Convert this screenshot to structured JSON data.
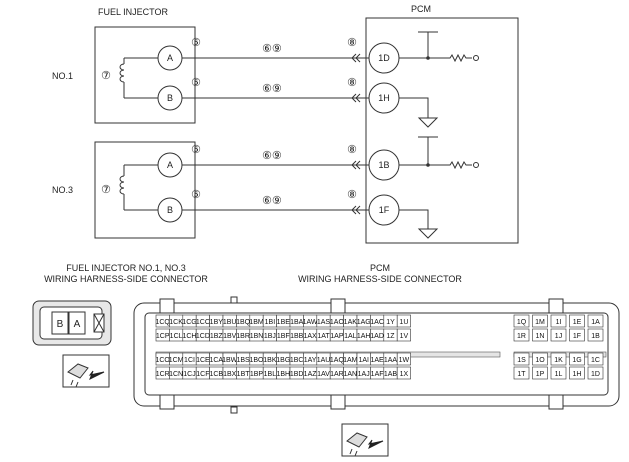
{
  "titles": {
    "fuel_injector": "FUEL INJECTOR",
    "pcm": "PCM",
    "injector_connector_line1": "FUEL INJECTOR NO.1, NO.3",
    "injector_connector_line2": "WIRING HARNESS-SIDE CONNECTOR",
    "pcm_connector_line1": "PCM",
    "pcm_connector_line2": "WIRING HARNESS-SIDE CONNECTOR"
  },
  "injectors": [
    {
      "label": "NO.1",
      "coil_marker": "⑦",
      "terminal_a": "A",
      "terminal_b": "B",
      "marker_a": "⑤",
      "marker_b": "⑤",
      "pcm_pin_a": "1D",
      "pcm_pin_b": "1H"
    },
    {
      "label": "NO.3",
      "coil_marker": "⑦",
      "terminal_a": "A",
      "terminal_b": "B",
      "marker_a": "⑤",
      "marker_b": "⑤",
      "pcm_pin_a": "1B",
      "pcm_pin_b": "1F"
    }
  ],
  "wire_markers": {
    "mid": "⑥⑨",
    "pcm_side": "⑧"
  },
  "injector_connector": {
    "pins": [
      "B",
      "A"
    ]
  },
  "pcm_connector": {
    "rows": [
      [
        "1CQ",
        "1CK",
        "1CG",
        "1CC",
        "1BY",
        "1BU",
        "1BQ",
        "1BM",
        "1BI",
        "1BE",
        "1BA",
        "1AW",
        "1AS",
        "1AO",
        "1AK",
        "1AG",
        "1AC",
        "1Y",
        "1U",
        "1Q",
        "1M",
        "1I",
        "1E",
        "1A"
      ],
      [
        "1CP",
        "1CL",
        "1CH",
        "1CD",
        "1BZ",
        "1BV",
        "1BR",
        "1BN",
        "1BJ",
        "1BF",
        "1BB",
        "1AX",
        "1AT",
        "1AP",
        "1AL",
        "1AH",
        "1AD",
        "1Z",
        "1V",
        "1R",
        "1N",
        "1J",
        "1F",
        "1B"
      ],
      [
        "1CO",
        "1CM",
        "1CI",
        "1CE",
        "1CA",
        "1BW",
        "1BS",
        "1BO",
        "1BK",
        "1BG",
        "1BC",
        "1AY",
        "1AU",
        "1AQ",
        "1AM",
        "1AI",
        "1AE",
        "1AA",
        "1W",
        "1S",
        "1O",
        "1K",
        "1G",
        "1C"
      ],
      [
        "1CR",
        "1CN",
        "1CJ",
        "1CF",
        "1CB",
        "1BX",
        "1BT",
        "1BP",
        "1BL",
        "1BH",
        "1BD",
        "1AZ",
        "1AV",
        "1AR",
        "1AN",
        "1AJ",
        "1AF",
        "1AB",
        "1X",
        "1T",
        "1P",
        "1L",
        "1H",
        "1D"
      ]
    ]
  },
  "colors": {
    "line": "#333333",
    "text": "#222222"
  },
  "icons": [
    "coil-icon",
    "resistor-icon",
    "ground-icon",
    "connector-view-icon",
    "arrow-icon"
  ]
}
